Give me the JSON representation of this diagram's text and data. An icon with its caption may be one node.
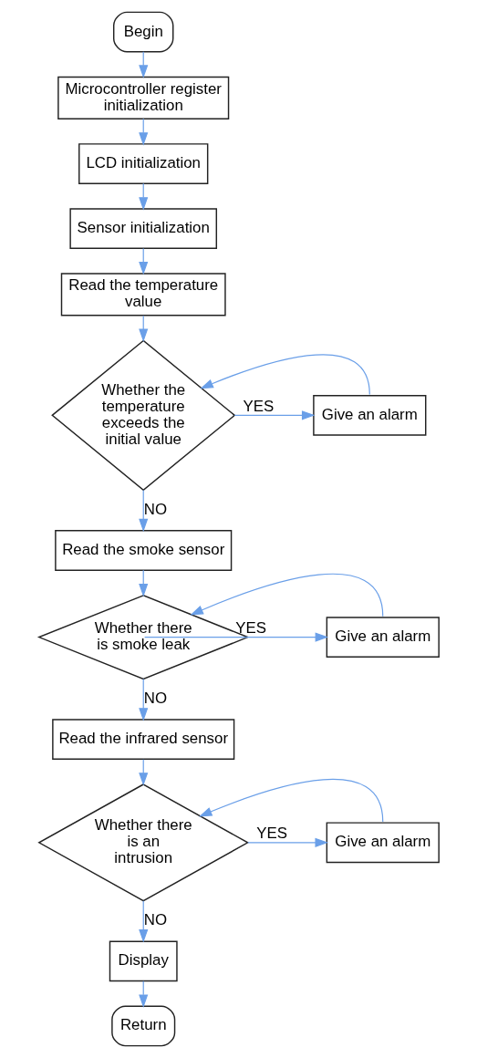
{
  "diagram": {
    "nodes": [
      {
        "text": [
          "Begin"
        ]
      },
      {
        "text": [
          "Microcontroller register initialization"
        ]
      },
      {
        "text": [
          "LCD initialization"
        ]
      },
      {
        "text": [
          "Sensor initialization"
        ]
      },
      {
        "text": [
          "Read the temperature value"
        ]
      },
      {
        "text": [
          "Whether the temperature exceeds the initial value"
        ]
      },
      {
        "text": [
          "Give an alarm"
        ]
      },
      {
        "text": [
          "Read the smoke sensor"
        ]
      },
      {
        "text": [
          "Whether there is smoke leak"
        ]
      },
      {
        "text": [
          "Give an alarm"
        ]
      },
      {
        "text": [
          "Read the infrared sensor"
        ]
      },
      {
        "text": [
          "Whether there is an intrusion"
        ]
      },
      {
        "text": [
          "Give an alarm"
        ]
      },
      {
        "text": [
          "Display"
        ]
      },
      {
        "text": [
          "Return"
        ]
      }
    ],
    "edges": [
      {
        "from": 0,
        "to": 1,
        "arrow": "to"
      },
      {
        "from": 1,
        "to": 2,
        "arrow": "to"
      },
      {
        "from": 2,
        "to": 3,
        "arrow": "to"
      },
      {
        "from": 3,
        "to": 4,
        "arrow": "to"
      },
      {
        "from": 4,
        "to": 5,
        "arrow": "to"
      },
      {
        "from": 5,
        "to": 6,
        "label": "YES",
        "arrow": "to"
      },
      {
        "from": 6,
        "to": 5,
        "arrow": "to"
      },
      {
        "from": 5,
        "to": 7,
        "label": "NO",
        "arrow": "to"
      },
      {
        "from": 7,
        "to": 8,
        "arrow": "to"
      },
      {
        "from": 8,
        "to": 9,
        "label": "YES",
        "arrow": "to"
      },
      {
        "from": 9,
        "to": 8,
        "arrow": "to"
      },
      {
        "from": 8,
        "to": 10,
        "label": "NO",
        "arrow": "to"
      },
      {
        "from": 10,
        "to": 11,
        "arrow": "to"
      },
      {
        "from": 11,
        "to": 12,
        "label": "YES",
        "arrow": "to"
      },
      {
        "from": 12,
        "to": 11,
        "arrow": "to"
      },
      {
        "from": 11,
        "to": 13,
        "label": "NO",
        "arrow": "to"
      },
      {
        "from": 13,
        "to": 14,
        "arrow": "to"
      }
    ]
  }
}
